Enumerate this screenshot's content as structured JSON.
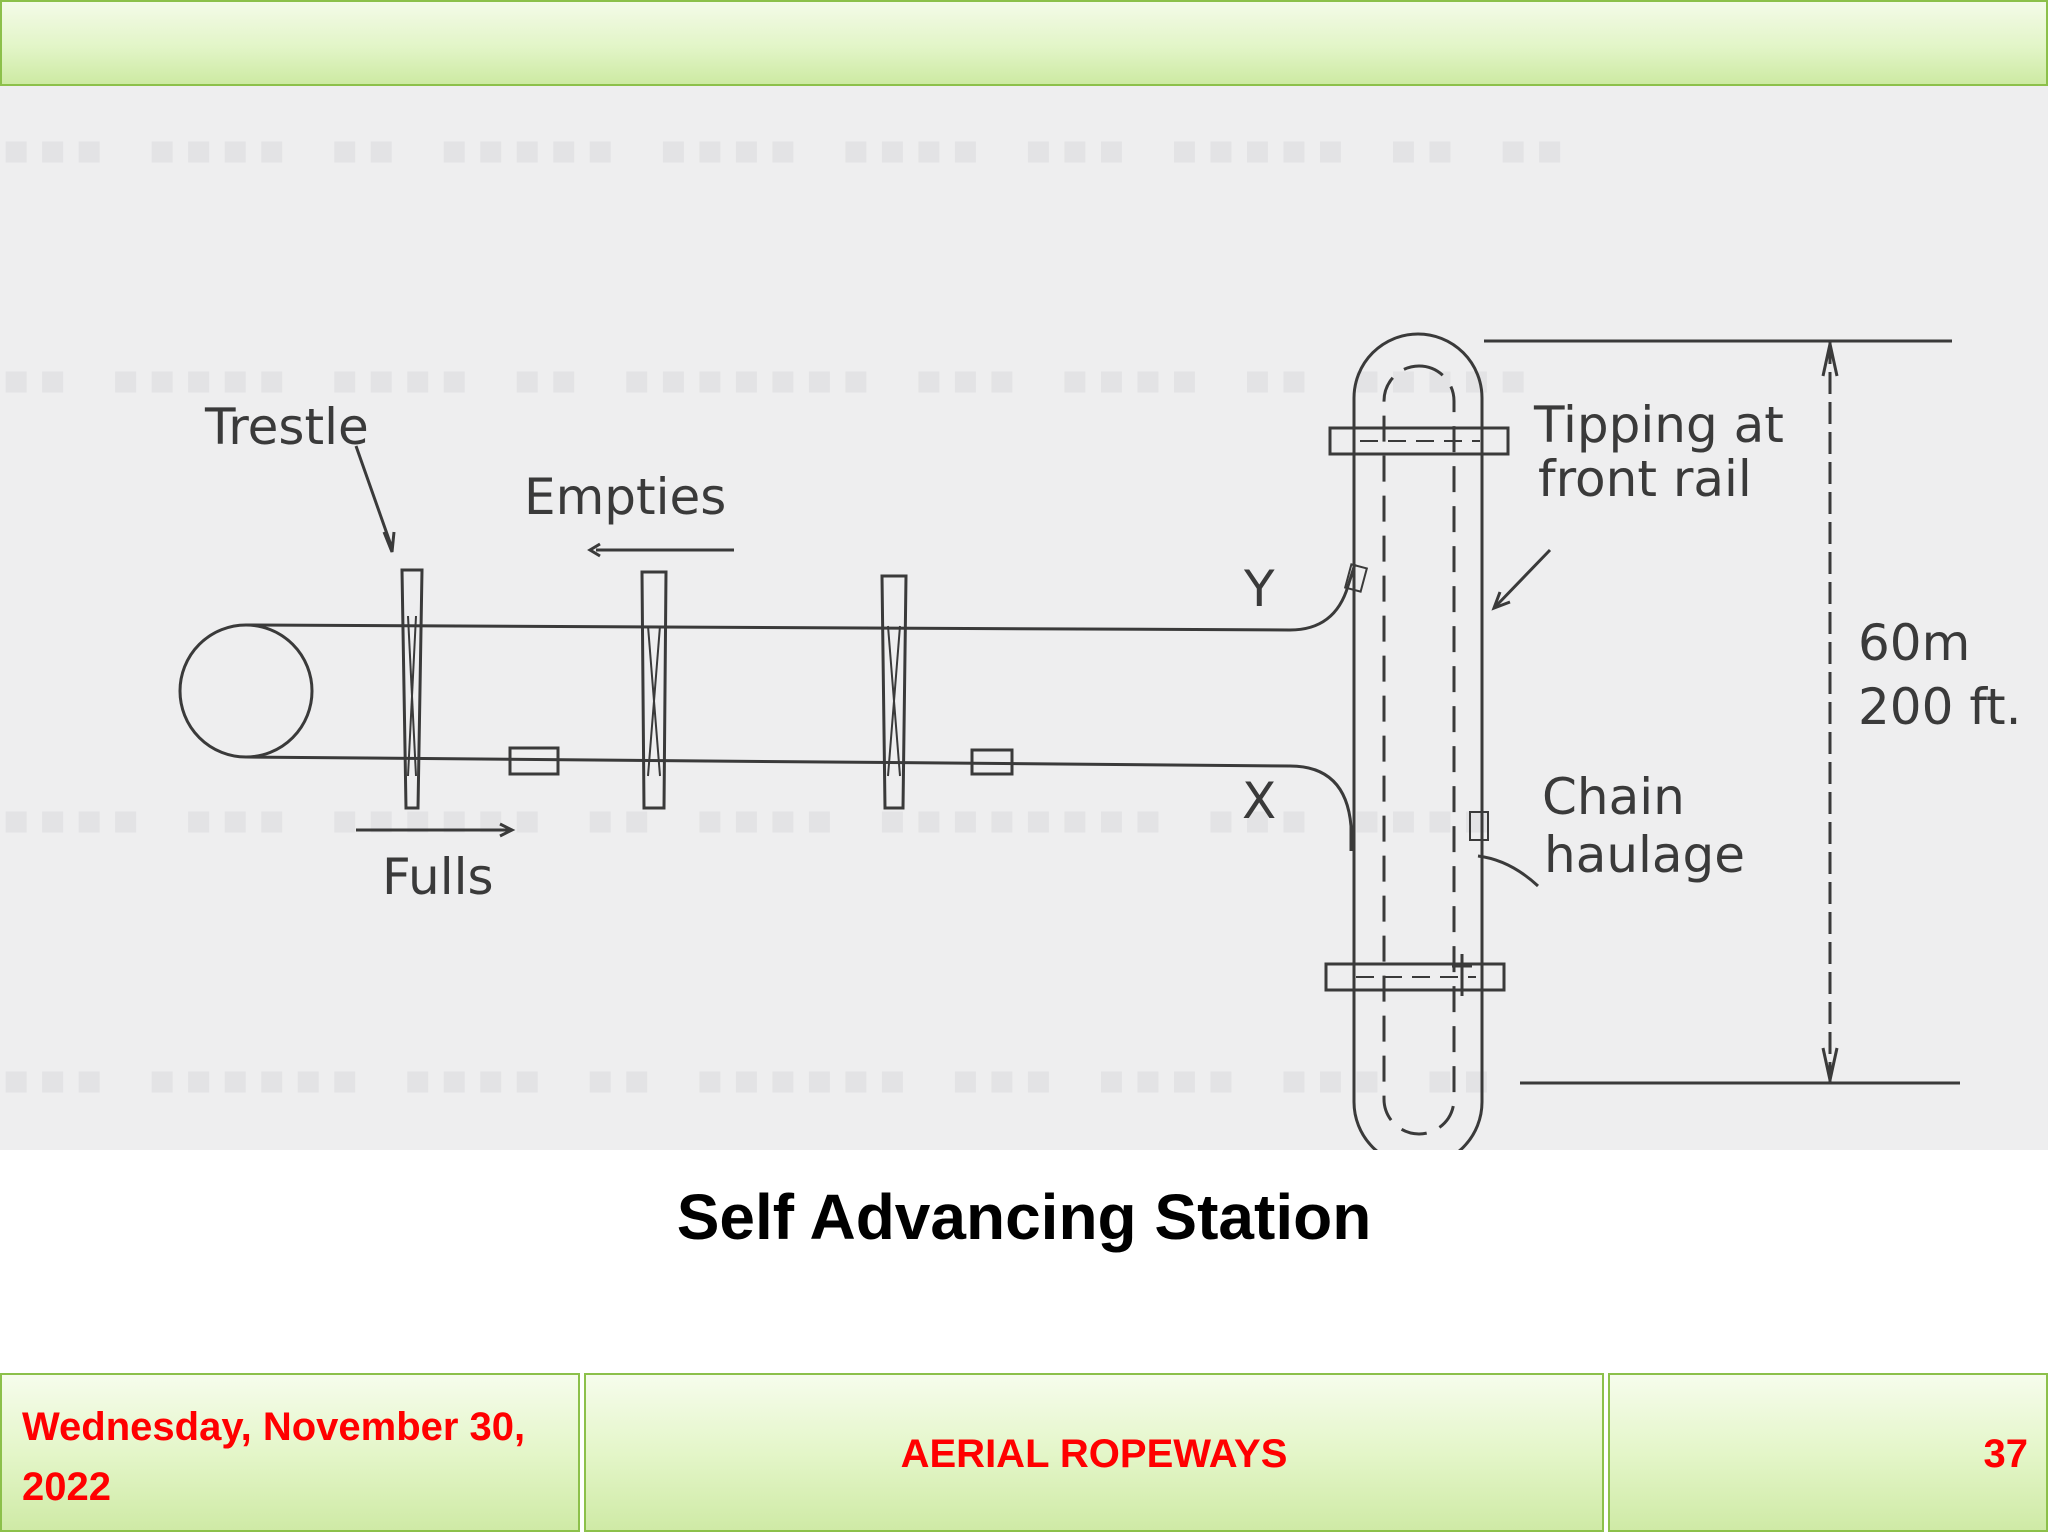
{
  "diagram": {
    "labels": {
      "trestle": "Trestle",
      "empties": "Empties",
      "fulls": "Fulls",
      "y": "Y",
      "x": "X",
      "tipping_line1": "Tipping at",
      "tipping_line2": "front rail",
      "chain_line1": "Chain",
      "chain_line2": "haulage",
      "dim_metric": "60m",
      "dim_imperial": "200 ft."
    }
  },
  "slide": {
    "caption": "Self Advancing Station"
  },
  "footer": {
    "date": "Wednesday, November 30, 2022",
    "title": "AERIAL ROPEWAYS",
    "page": "37"
  }
}
